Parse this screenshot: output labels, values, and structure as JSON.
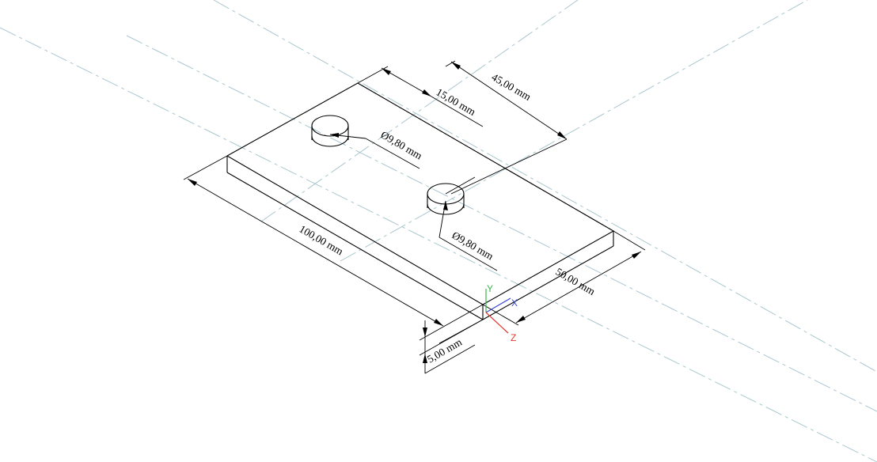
{
  "colors": {
    "centerline": "#a9c7cf",
    "edge": "#000000",
    "axis_x": "#3a46d6",
    "axis_y": "#39b54a",
    "axis_z": "#e03a2e"
  },
  "dimensions": {
    "length": "100,00 mm",
    "width": "50,00 mm",
    "thickness": "5,00 mm",
    "hole_offset_a": "15,00 mm",
    "hole_offset_b": "45,00 mm",
    "hole_diameter_1": "Ø9,80 mm",
    "hole_diameter_2": "Ø9,80 mm"
  },
  "axes": {
    "x": "X",
    "y": "Y",
    "z": "Z"
  }
}
